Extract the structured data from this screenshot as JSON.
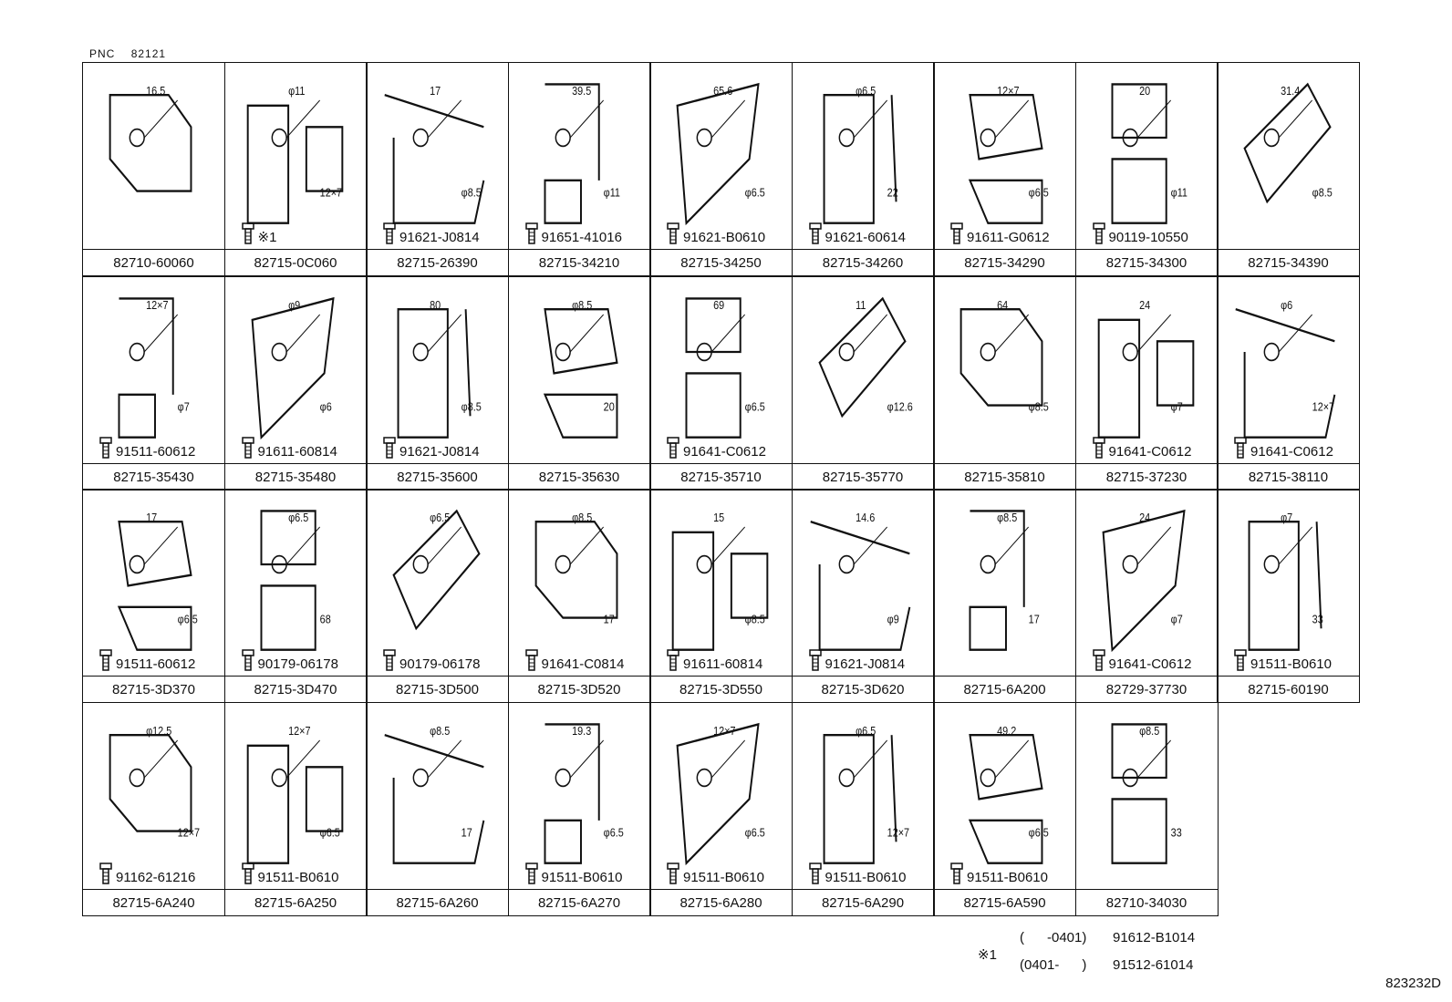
{
  "header": {
    "pnc_label": "PNC",
    "pnc_value": "82121"
  },
  "rows": [
    {
      "cells": [
        {
          "part": "82710-60060",
          "bolt": "",
          "dims": [
            "16.5"
          ]
        },
        {
          "part": "82715-0C060",
          "bolt": "※1",
          "dims": [
            "φ11",
            "12×7"
          ]
        },
        {
          "part": "82715-26390",
          "bolt": "91621-J0814",
          "dims": [
            "17",
            "φ8.5"
          ]
        },
        {
          "part": "82715-34210",
          "bolt": "91651-41016",
          "dims": [
            "39.5",
            "φ11"
          ]
        },
        {
          "part": "82715-34250",
          "bolt": "91621-B0610",
          "dims": [
            "65.6",
            "φ6.5"
          ]
        },
        {
          "part": "82715-34260",
          "bolt": "91621-60614",
          "dims": [
            "φ6.5",
            "22"
          ]
        },
        {
          "part": "82715-34290",
          "bolt": "91611-G0612",
          "dims": [
            "12×7",
            "φ6.5"
          ]
        },
        {
          "part": "82715-34300",
          "bolt": "90119-10550",
          "dims": [
            "20",
            "φ11"
          ]
        },
        {
          "part": "82715-34390",
          "bolt": "",
          "dims": [
            "31.4",
            "φ8.5"
          ]
        }
      ]
    },
    {
      "cells": [
        {
          "part": "82715-35430",
          "bolt": "91511-60612",
          "dims": [
            "12×7",
            "φ7"
          ]
        },
        {
          "part": "82715-35480",
          "bolt": "91611-60814",
          "dims": [
            "φ9",
            "φ6"
          ]
        },
        {
          "part": "82715-35600",
          "bolt": "91621-J0814",
          "dims": [
            "80",
            "φ8.5"
          ]
        },
        {
          "part": "82715-35630",
          "bolt": "",
          "dims": [
            "φ8.5",
            "20"
          ]
        },
        {
          "part": "82715-35710",
          "bolt": "91641-C0612",
          "dims": [
            "69",
            "φ6.5"
          ]
        },
        {
          "part": "82715-35770",
          "bolt": "",
          "dims": [
            "11",
            "φ12.6"
          ]
        },
        {
          "part": "82715-35810",
          "bolt": "",
          "dims": [
            "64",
            "φ8.5"
          ]
        },
        {
          "part": "82715-37230",
          "bolt": "91641-C0612",
          "dims": [
            "24",
            "φ7"
          ]
        },
        {
          "part": "82715-38110",
          "bolt": "91641-C0612",
          "dims": [
            "φ6",
            "12×7"
          ]
        }
      ]
    },
    {
      "cells": [
        {
          "part": "82715-3D370",
          "bolt": "91511-60612",
          "dims": [
            "17",
            "φ6.5"
          ]
        },
        {
          "part": "82715-3D470",
          "bolt": "90179-06178",
          "dims": [
            "φ6.5",
            "68"
          ]
        },
        {
          "part": "82715-3D500",
          "bolt": "90179-06178",
          "dims": [
            "φ6.5"
          ]
        },
        {
          "part": "82715-3D520",
          "bolt": "91641-C0814",
          "dims": [
            "φ8.5",
            "17"
          ]
        },
        {
          "part": "82715-3D550",
          "bolt": "91611-60814",
          "dims": [
            "15",
            "φ8.5"
          ]
        },
        {
          "part": "82715-3D620",
          "bolt": "91621-J0814",
          "dims": [
            "14.6",
            "φ9"
          ]
        },
        {
          "part": "82715-6A200",
          "bolt": "",
          "dims": [
            "φ8.5",
            "17"
          ]
        },
        {
          "part": "82729-37730",
          "bolt": "91641-C0612",
          "dims": [
            "24",
            "φ7"
          ]
        },
        {
          "part": "82715-60190",
          "bolt": "91511-B0610",
          "dims": [
            "φ7",
            "33"
          ]
        }
      ]
    },
    {
      "cells": [
        {
          "part": "82715-6A240",
          "bolt": "91162-61216",
          "dims": [
            "φ12.5",
            "12×7"
          ]
        },
        {
          "part": "82715-6A250",
          "bolt": "91511-B0610",
          "dims": [
            "12×7",
            "φ6.5"
          ]
        },
        {
          "part": "82715-6A260",
          "bolt": "",
          "dims": [
            "φ8.5",
            "17"
          ]
        },
        {
          "part": "82715-6A270",
          "bolt": "91511-B0610",
          "dims": [
            "19.3",
            "φ6.5"
          ]
        },
        {
          "part": "82715-6A280",
          "bolt": "91511-B0610",
          "dims": [
            "12×7",
            "φ6.5"
          ]
        },
        {
          "part": "82715-6A290",
          "bolt": "91511-B0610",
          "dims": [
            "φ6.5",
            "12×7"
          ]
        },
        {
          "part": "82715-6A590",
          "bolt": "91511-B0610",
          "dims": [
            "49.2",
            "φ6.5"
          ]
        },
        {
          "part": "82710-34030",
          "bolt": "",
          "dims": [
            "φ8.5",
            "33"
          ]
        }
      ]
    }
  ],
  "footnote": {
    "marker": "※1",
    "lines": [
      {
        "range": "(      -0401)",
        "part": "91612-B1014"
      },
      {
        "range": "(0401-      )",
        "part": "91512-61014"
      }
    ]
  },
  "figure_id": "823232D"
}
